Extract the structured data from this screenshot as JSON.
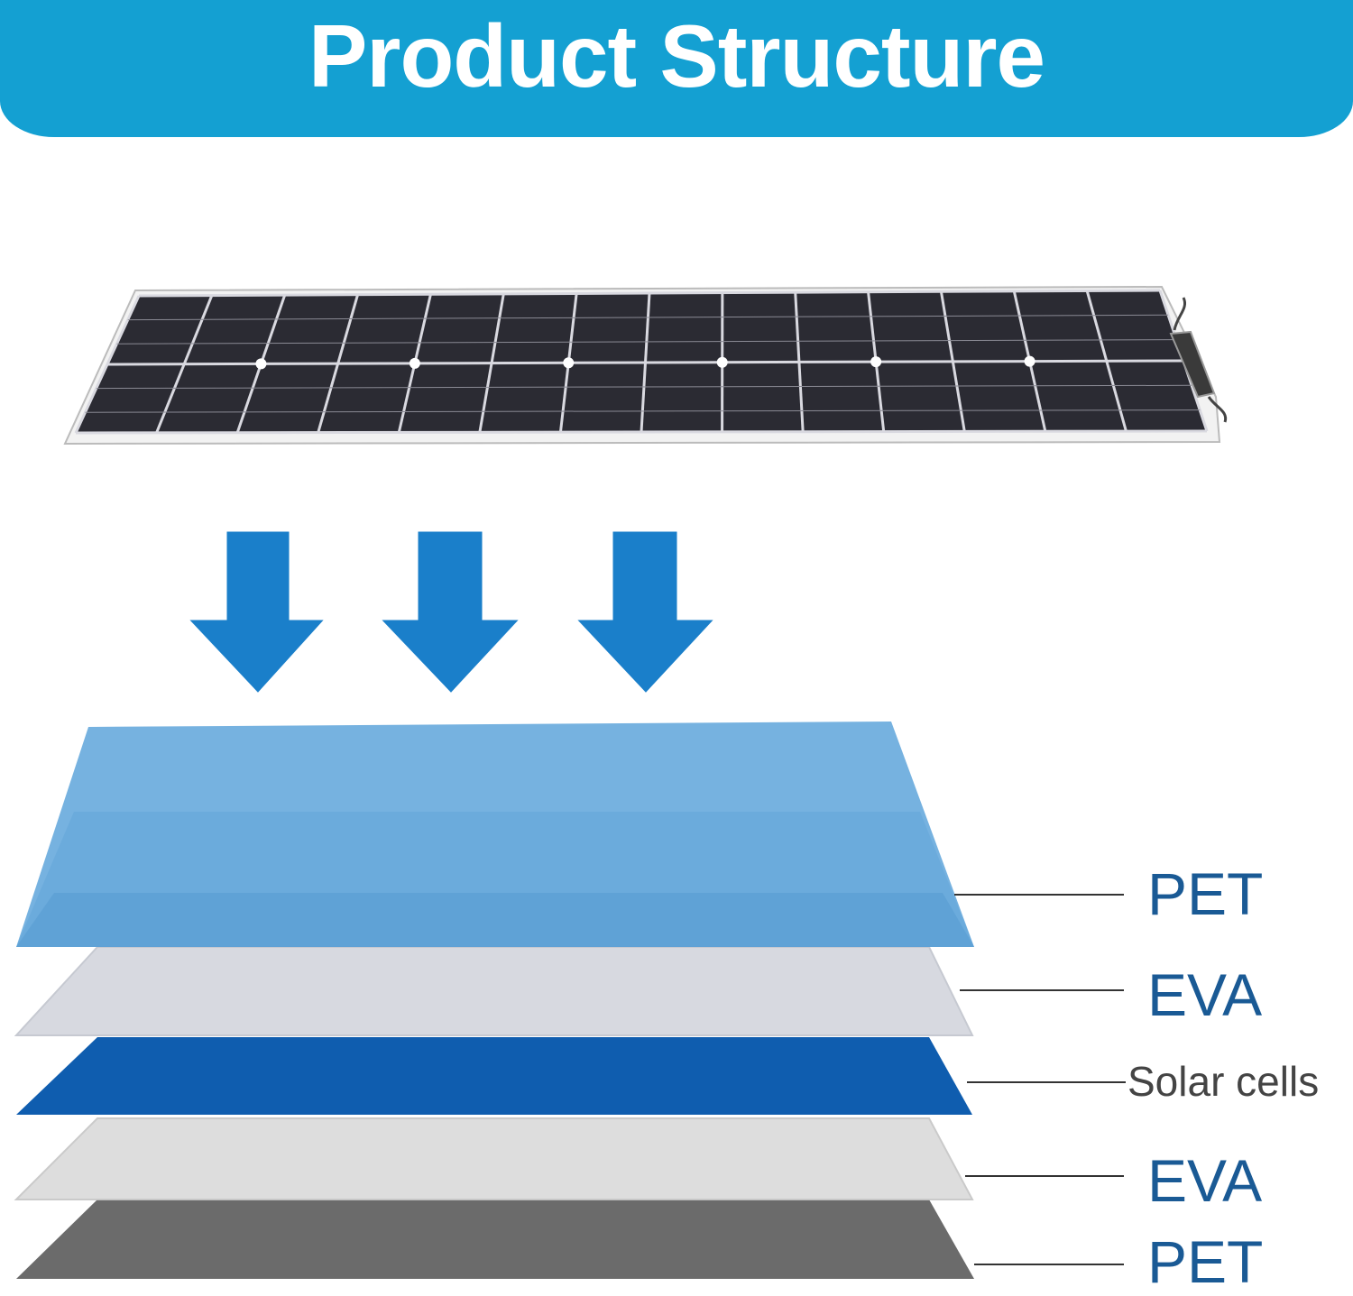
{
  "header": {
    "title": "Product Structure"
  },
  "panel": {
    "columns": 14,
    "rows": 2
  },
  "layers": [
    {
      "label": "PET",
      "color": "#6aabdd"
    },
    {
      "label": "EVA",
      "color": "#d5d8df"
    },
    {
      "label": "Solar cells",
      "color": "#0f5daf"
    },
    {
      "label": "EVA",
      "color": "#d8d8d8"
    },
    {
      "label": "PET",
      "color": "#6b6b6b"
    }
  ],
  "colors": {
    "header": "#14a0d2",
    "arrow": "#1a7fca",
    "panel_cell": "#2b2b33",
    "label": "#1a5a95"
  }
}
